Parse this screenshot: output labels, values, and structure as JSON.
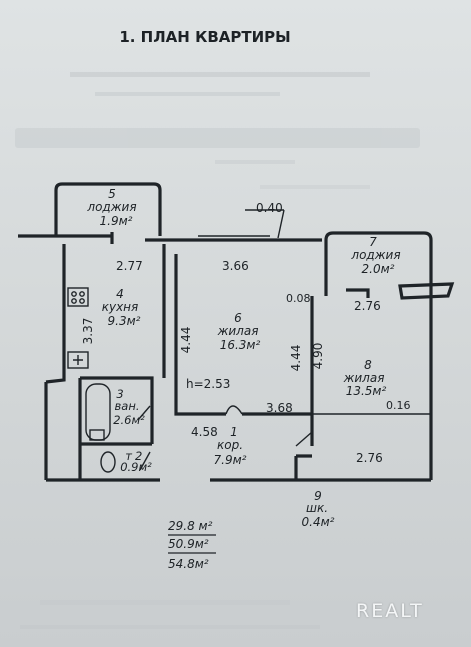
{
  "title": "1. ПЛАН КВАРТИРЫ",
  "rooms": [
    {
      "id": "5",
      "name": "лоджия",
      "area": "1.9м²"
    },
    {
      "id": "4",
      "name": "кухня",
      "area": "9.3м²"
    },
    {
      "id": "6",
      "name": "жилая",
      "area": "16.3м²"
    },
    {
      "id": "7",
      "name": "лоджия",
      "area": "2.0м²"
    },
    {
      "id": "8",
      "name": "жилая",
      "area": "13.5м²"
    },
    {
      "id": "3",
      "name": "ван.",
      "area": "2.6м²"
    },
    {
      "id": "2",
      "name": "т",
      "area": "0.9м²"
    },
    {
      "id": "1",
      "name": "кор.",
      "area": "7.9м²"
    },
    {
      "id": "9",
      "name": "шк.",
      "area": "0.4м²"
    }
  ],
  "dimensions": {
    "d_040": "0.40",
    "d_277": "2.77",
    "d_366": "3.66",
    "d_276_top": "2.76",
    "d_008": "0.08",
    "d_337": "3.37",
    "d_444_left": "4.44",
    "d_444_right": "4.44",
    "d_490": "4.90",
    "d_h253": "h=2.53",
    "d_368": "3.68",
    "d_016": "0.16",
    "d_458": "4.58",
    "d_276_bottom": "2.76"
  },
  "totals": {
    "living": "29.8 м²",
    "useful": "50.9м²",
    "total": "54.8м²"
  },
  "watermark": "REALT"
}
